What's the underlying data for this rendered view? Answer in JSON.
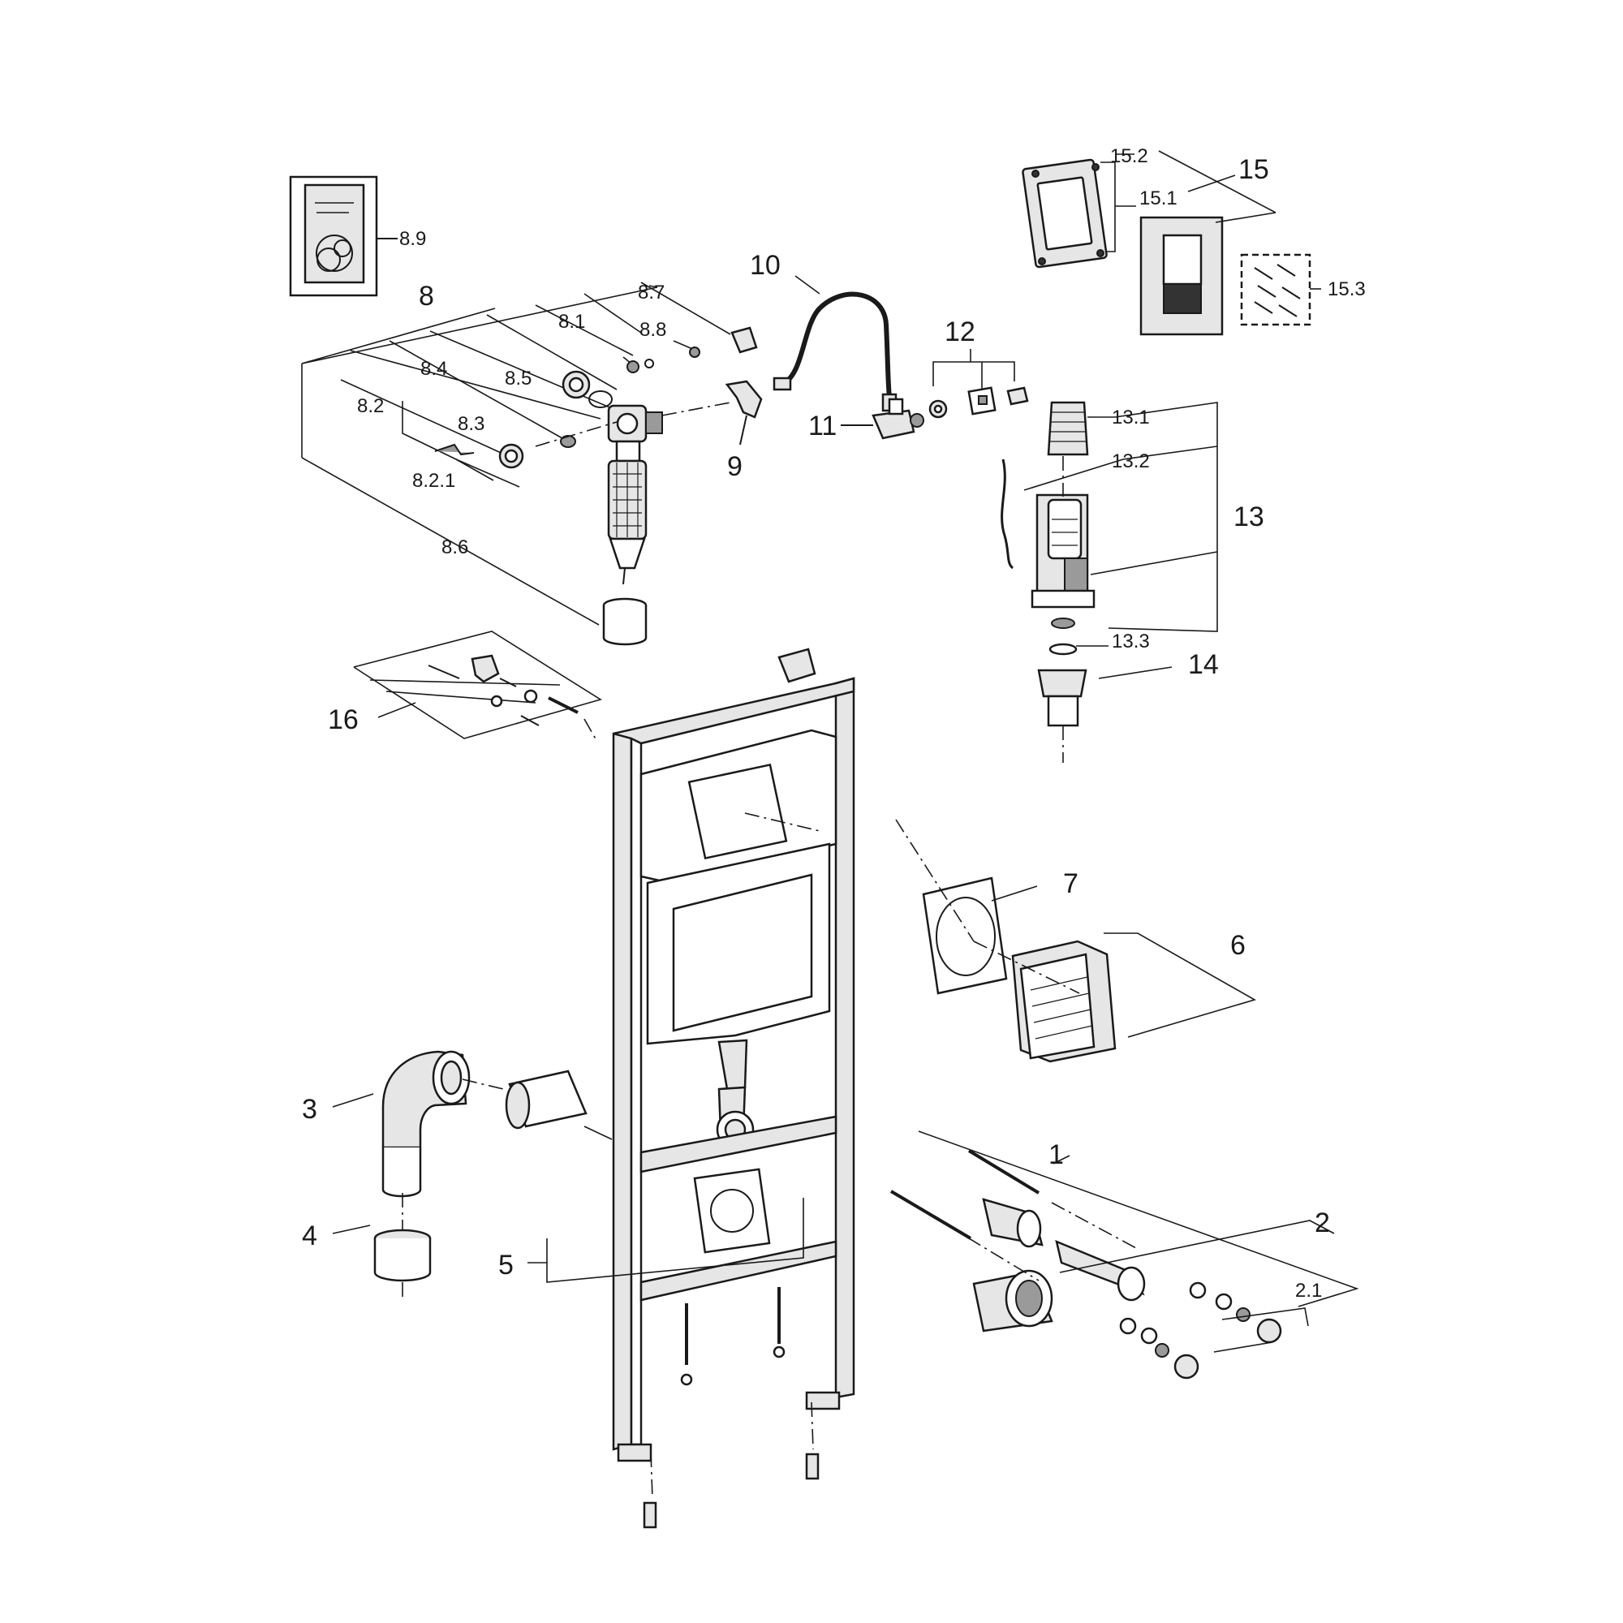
{
  "labels": {
    "p1": "1",
    "p2": "2",
    "p2_1": "2.1",
    "p3": "3",
    "p4": "4",
    "p5": "5",
    "p6": "6",
    "p7": "7",
    "p8": "8",
    "p8_1": "8.1",
    "p8_2": "8.2",
    "p8_2_1": "8.2.1",
    "p8_3": "8.3",
    "p8_4": "8.4",
    "p8_5": "8.5",
    "p8_6": "8.6",
    "p8_7": "8.7",
    "p8_8": "8.8",
    "p8_9": "8.9",
    "p9": "9",
    "p10": "10",
    "p11": "11",
    "p12": "12",
    "p13": "13",
    "p13_1": "13.1",
    "p13_2": "13.2",
    "p13_3": "13.3",
    "p14": "14",
    "p15": "15",
    "p15_1": "15.1",
    "p15_2": "15.2",
    "p15_3": "15.3",
    "p16": "16"
  }
}
